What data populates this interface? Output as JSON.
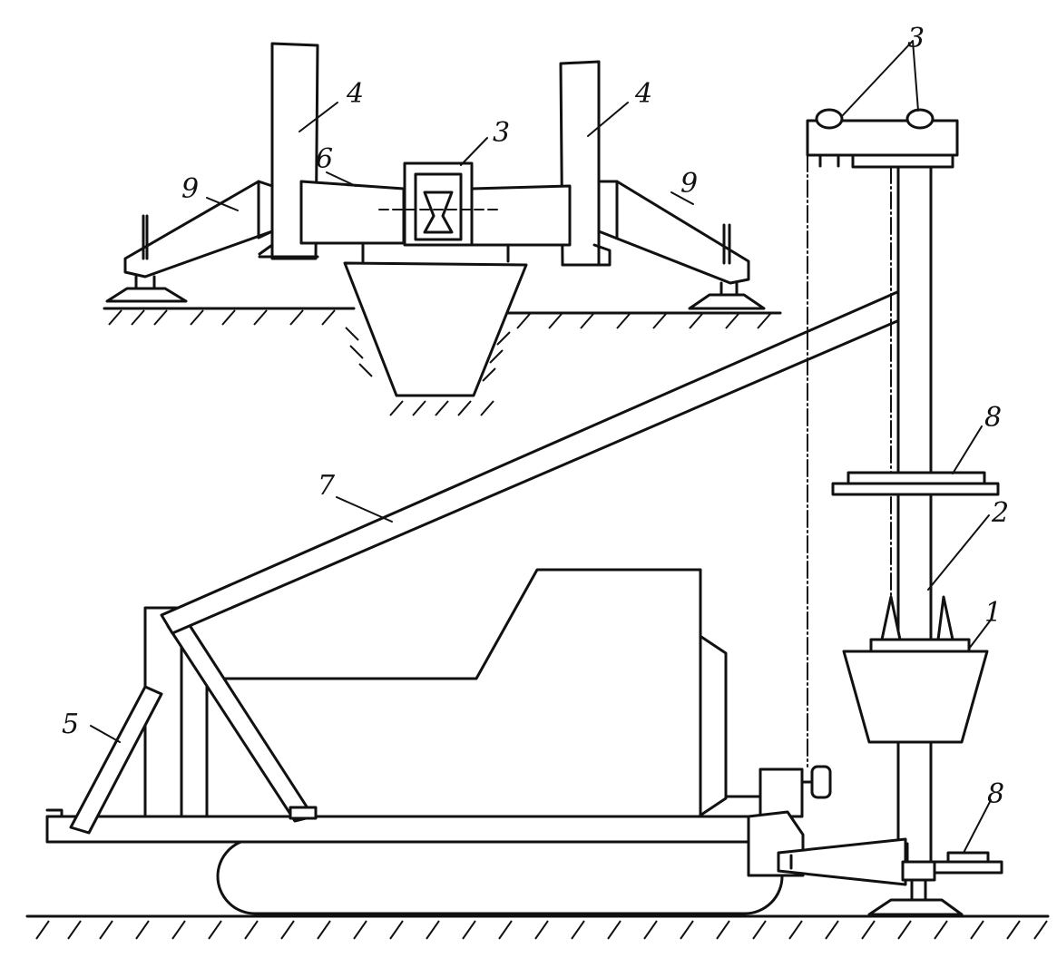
{
  "labels": {
    "l1": "1",
    "l2": "2",
    "l3_top": "3",
    "l3_mid": "3",
    "l4_left": "4",
    "l4_right": "4",
    "l5": "5",
    "l6": "6",
    "l7": "7",
    "l8_top": "8",
    "l8_bottom": "8",
    "l9_left": "9",
    "l9_right": "9"
  }
}
